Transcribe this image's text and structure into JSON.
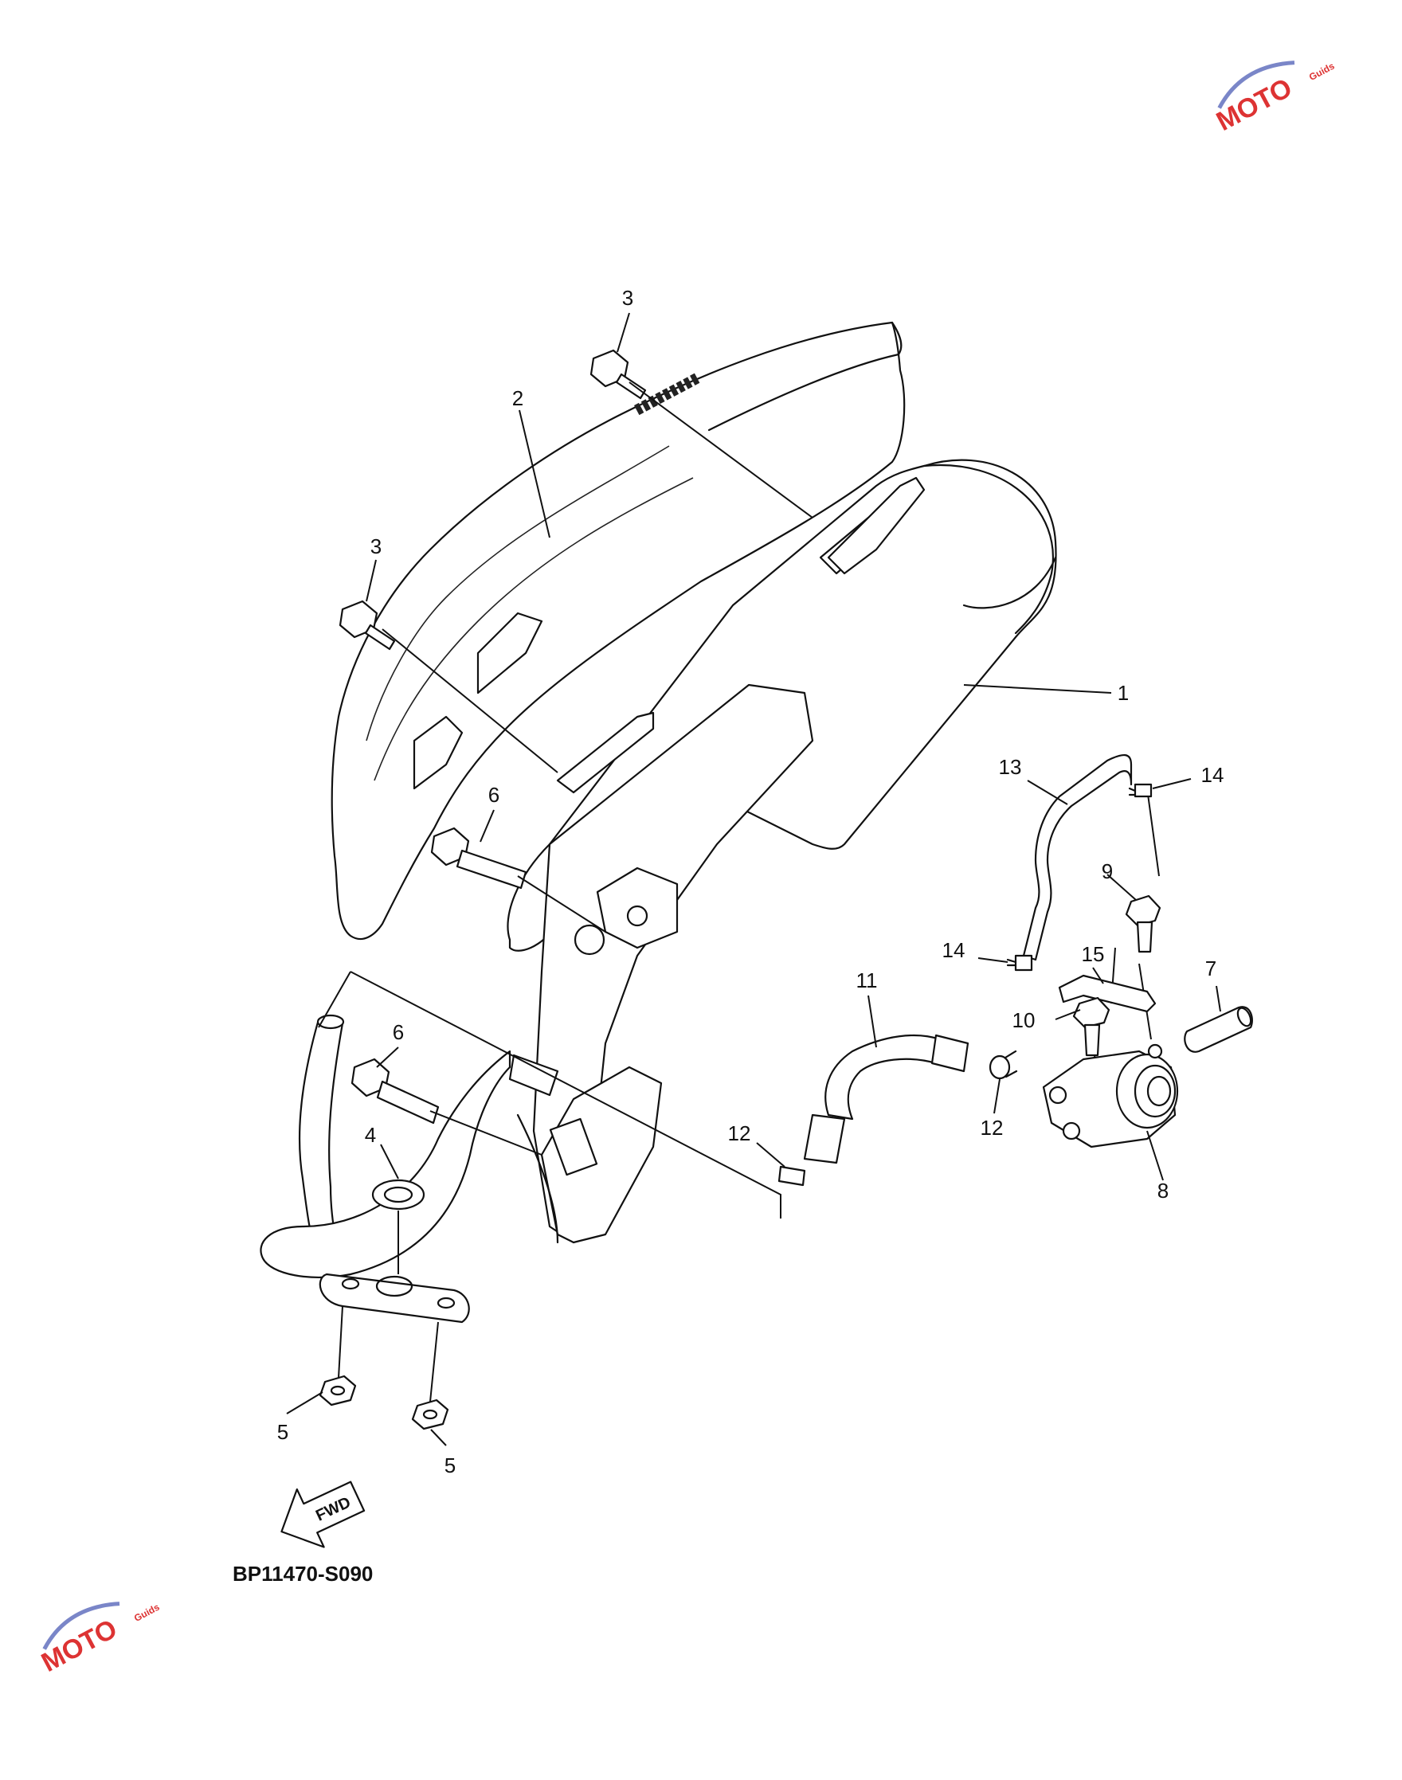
{
  "diagram": {
    "code": "BP11470-S090",
    "fwd_label": "FWD",
    "callouts": [
      {
        "id": "c1",
        "label": "1"
      },
      {
        "id": "c2",
        "label": "2"
      },
      {
        "id": "c3a",
        "label": "3"
      },
      {
        "id": "c3b",
        "label": "3"
      },
      {
        "id": "c4",
        "label": "4"
      },
      {
        "id": "c5a",
        "label": "5"
      },
      {
        "id": "c5b",
        "label": "5"
      },
      {
        "id": "c6a",
        "label": "6"
      },
      {
        "id": "c6b",
        "label": "6"
      },
      {
        "id": "c7",
        "label": "7"
      },
      {
        "id": "c8",
        "label": "8"
      },
      {
        "id": "c9",
        "label": "9"
      },
      {
        "id": "c10",
        "label": "10"
      },
      {
        "id": "c11",
        "label": "11"
      },
      {
        "id": "c12a",
        "label": "12"
      },
      {
        "id": "c12b",
        "label": "12"
      },
      {
        "id": "c13",
        "label": "13"
      },
      {
        "id": "c14a",
        "label": "14"
      },
      {
        "id": "c14b",
        "label": "14"
      },
      {
        "id": "c15",
        "label": "15"
      }
    ]
  },
  "watermark": {
    "brand": "MOTO",
    "sub": "Guids",
    "color": "#d33333"
  }
}
